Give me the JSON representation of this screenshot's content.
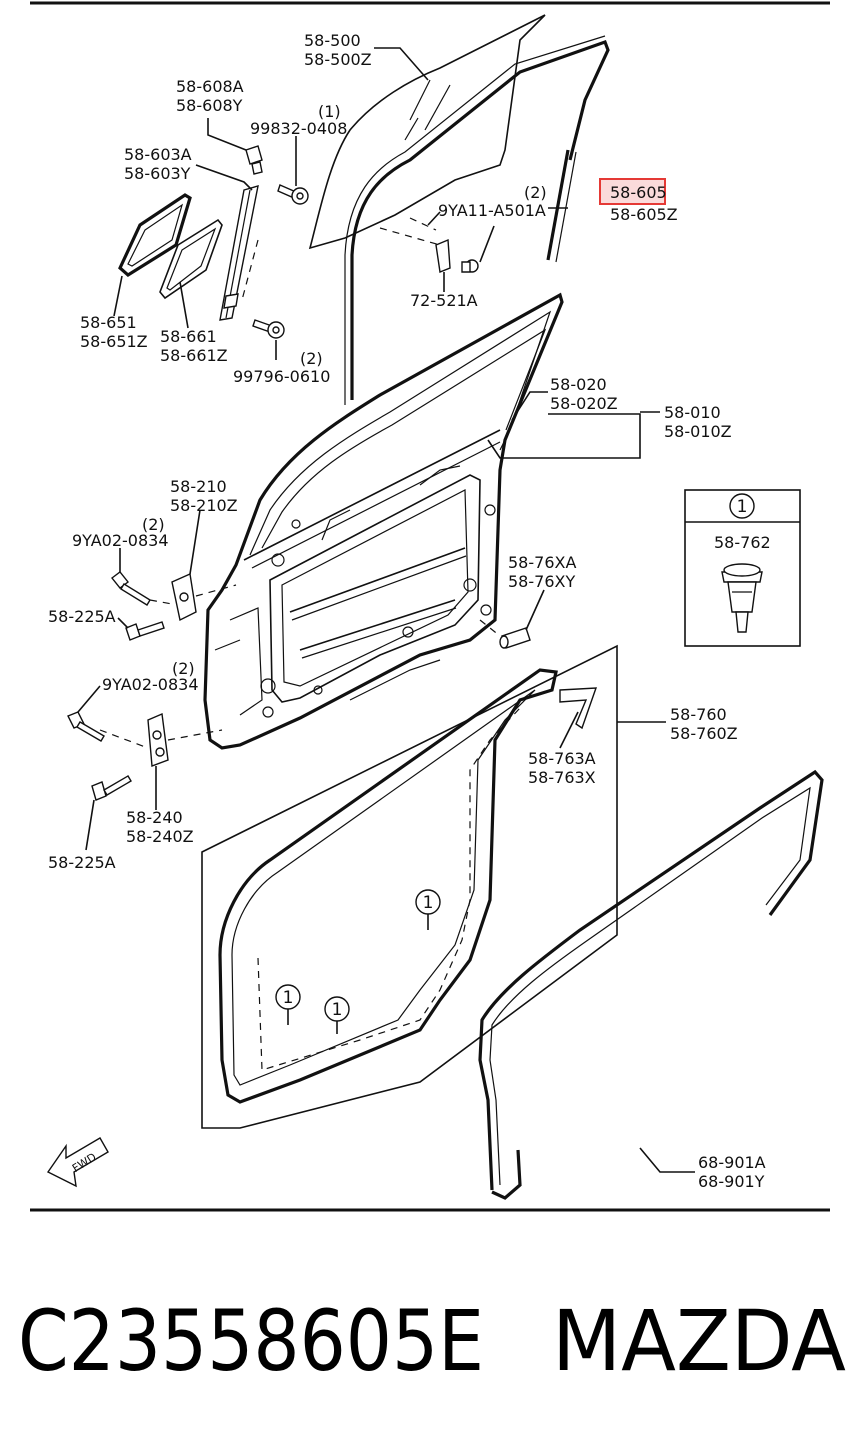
{
  "labels": {
    "p58_500": "58-500",
    "p58_500z": "58-500Z",
    "p58_608a": "58-608A",
    "p58_608y": "58-608Y",
    "q1_99832": "(1)",
    "p99832": "99832-0408",
    "p58_603a": "58-603A",
    "p58_603y": "58-603Y",
    "q2_9ya11": "(2)",
    "p9ya11": "9YA11-A501A",
    "p58_605": "58-605",
    "p58_605z": "58-605Z",
    "p72_521a": "72-521A",
    "p58_651": "58-651",
    "p58_651z": "58-651Z",
    "p58_661": "58-661",
    "p58_661z": "58-661Z",
    "q2_99796": "(2)",
    "p99796": "99796-0610",
    "p58_020": "58-020",
    "p58_020z": "58-020Z",
    "p58_010": "58-010",
    "p58_010z": "58-010Z",
    "p58_210": "58-210",
    "p58_210z": "58-210Z",
    "q2_9ya02_top": "(2)",
    "p9ya02_top": "9YA02-0834",
    "p58_225a_top": "58-225A",
    "q2_9ya02_bot": "(2)",
    "p9ya02_bot": "9YA02-0834",
    "p58_240": "58-240",
    "p58_240z": "58-240Z",
    "p58_225a_bot": "58-225A",
    "p58_76xa": "58-76XA",
    "p58_76xy": "58-76XY",
    "p58_762": "58-762",
    "p58_760": "58-760",
    "p58_760z": "58-760Z",
    "p58_763a": "58-763A",
    "p58_763x": "58-763X",
    "p68_901a": "68-901A",
    "p68_901y": "68-901Y",
    "fwd": "FWD"
  },
  "callouts": {
    "box_number": "1",
    "marker": "1"
  },
  "highlight_color": "#e53935",
  "footer": {
    "part_number": "C23558605E",
    "brand": "MAZDA"
  }
}
